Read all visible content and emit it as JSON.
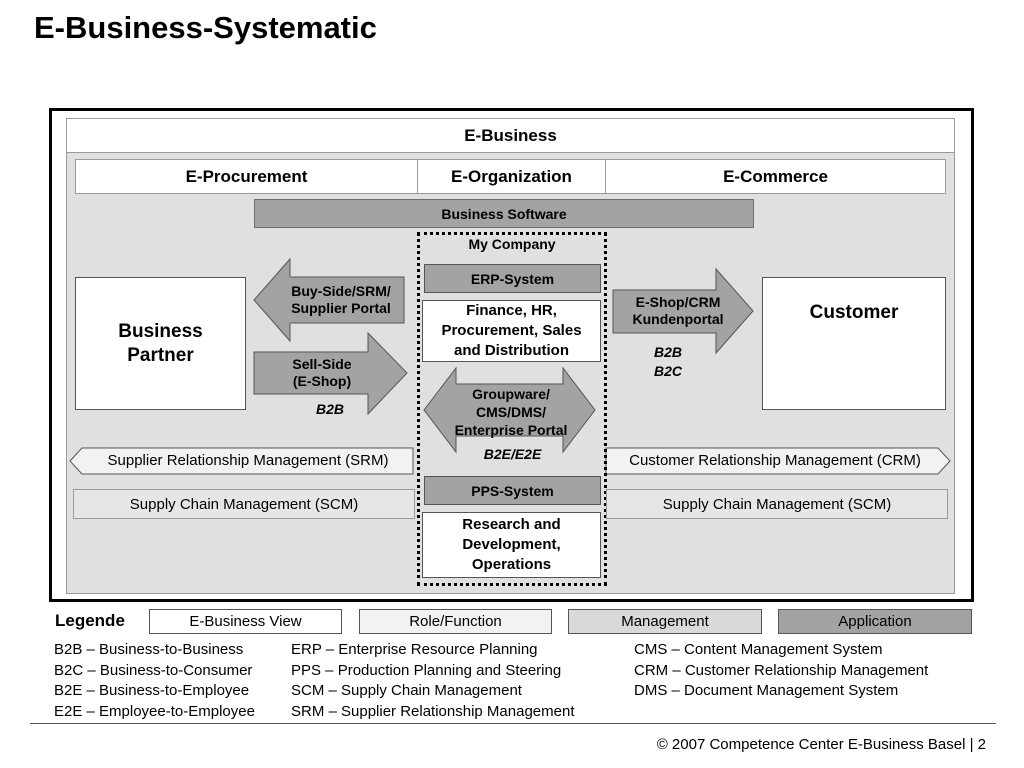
{
  "title": "E-Business-Systematic",
  "diagram": {
    "ebusiness": "E-Business",
    "columns": [
      "E-Procurement",
      "E-Organization",
      "E-Commerce"
    ],
    "business_software": "Business Software",
    "my_company": "My Company",
    "erp": "ERP-System",
    "finance": [
      "Finance, HR,",
      "Procurement, Sales",
      "and Distribution"
    ],
    "groupware": [
      "Groupware/",
      "CMS/DMS/",
      "Enterprise Portal"
    ],
    "b2e_e2e": "B2E/E2E",
    "pps": "PPS-System",
    "research": [
      "Research and",
      "Development,",
      "Operations"
    ],
    "business_partner": [
      "Business",
      "Partner"
    ],
    "customer": "Customer",
    "buy_side": [
      "Buy-Side/SRM/",
      "Supplier Portal"
    ],
    "sell_side": [
      "Sell-Side",
      "(E-Shop)"
    ],
    "b2b_left": "B2B",
    "eshop": [
      "E-Shop/CRM",
      "Kundenportal"
    ],
    "b2b_right": "B2B",
    "b2c_right": "B2C",
    "srm": "Supplier Relationship Management (SRM)",
    "crm": "Customer Relationship Management (CRM)",
    "scm_left": "Supply Chain Management (SCM)",
    "scm_right": "Supply Chain Management (SCM)"
  },
  "legend": {
    "title": "Legende",
    "items": [
      "E-Business View",
      "Role/Function",
      "Management",
      "Application"
    ]
  },
  "abbreviations": {
    "col1": [
      "B2B – Business-to-Business",
      "B2C – Business-to-Consumer",
      "B2E – Business-to-Employee",
      "E2E – Employee-to-Employee"
    ],
    "col2": [
      "ERP – Enterprise Resource Planning",
      "PPS – Production Planning and Steering",
      "SCM – Supply Chain Management",
      "SRM – Supplier Relationship Management"
    ],
    "col3": [
      "CMS – Content Management System",
      "CRM – Customer Relationship Management",
      "DMS – Document Management System"
    ]
  },
  "footer": "© 2007 Competence Center E-Business Basel |  2",
  "colors": {
    "application": "#a3a3a3",
    "management": "#d9d9d9",
    "role_function": "#f2f2f2",
    "ebusiness_view": "#ffffff"
  }
}
